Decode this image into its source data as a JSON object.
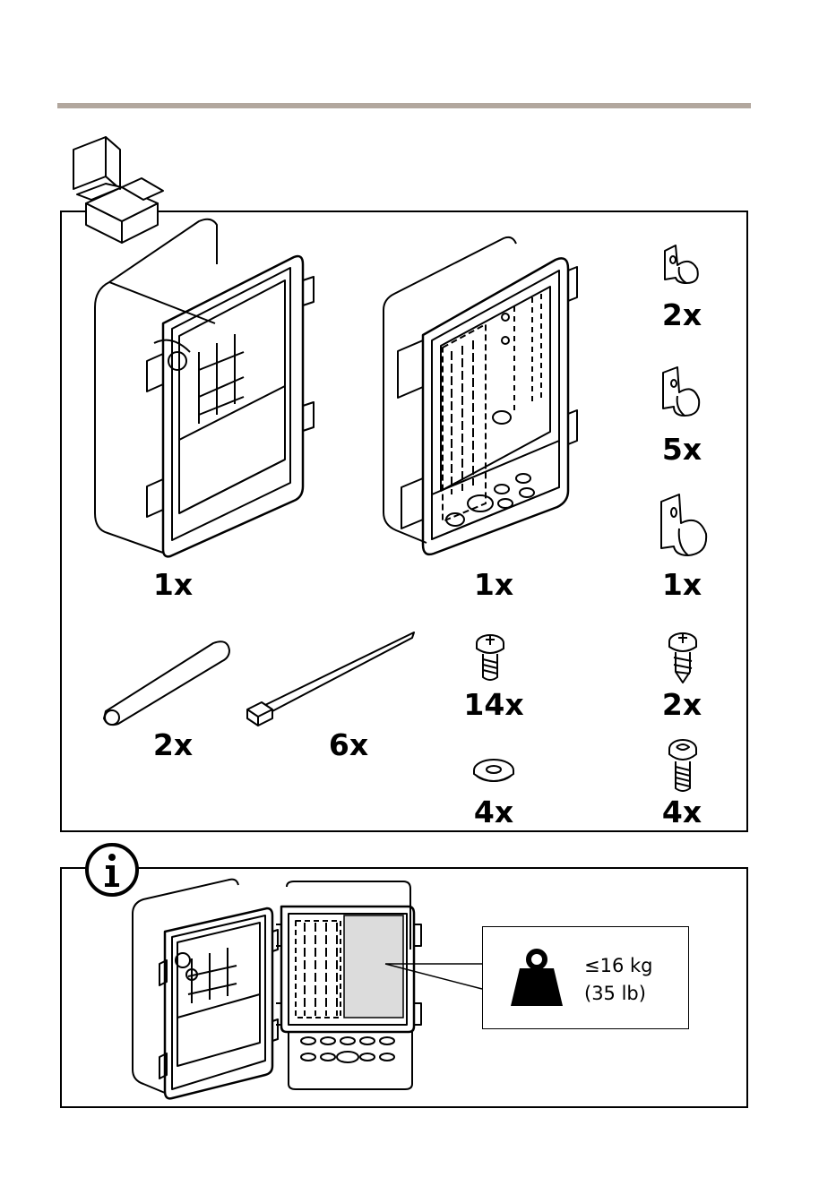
{
  "colors": {
    "rule": "#b2a79e",
    "stroke": "#000000",
    "highlight": "#dcdcdc"
  },
  "contents": {
    "enclosure_large_qty": "1x",
    "enclosure_open_qty": "1x",
    "clamp_small_qty": "2x",
    "clamp_medium_qty": "5x",
    "clamp_large_qty": "1x",
    "rod_qty": "2x",
    "cable_tie_qty": "6x",
    "screw_short_qty": "14x",
    "screw_self_tapping_qty": "2x",
    "washer_qty": "4x",
    "screw_long_qty": "4x"
  },
  "info": {
    "icon": "info-icon",
    "weight_icon": "weight-icon",
    "weight_metric": "≤16 kg",
    "weight_imperial": "(35 lb)"
  }
}
